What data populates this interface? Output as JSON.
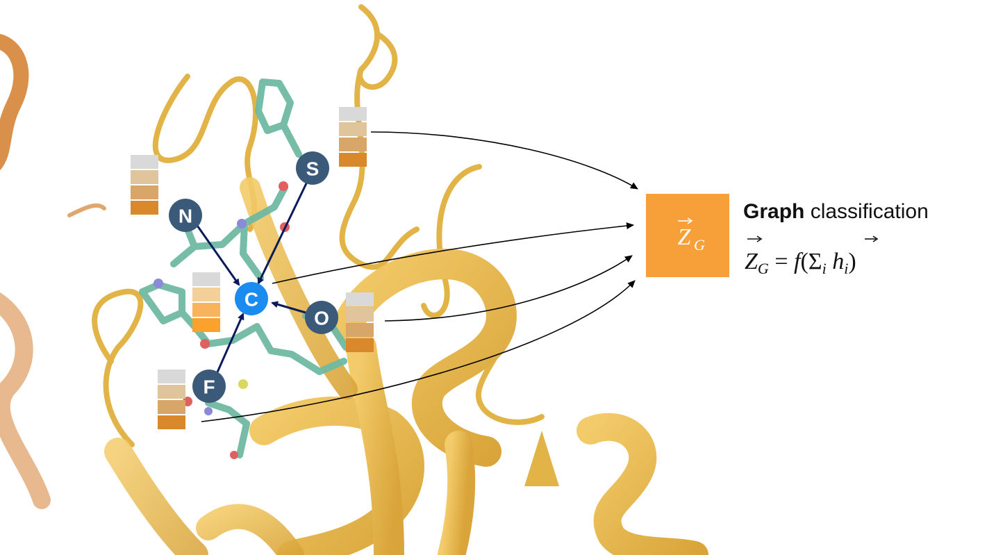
{
  "nodes": {
    "S": "S",
    "N": "N",
    "C": "C",
    "O": "O",
    "F": "F"
  },
  "colors": {
    "node_dark": "#3b5a7a",
    "node_center": "#1a8cf0",
    "arrow": "#0a1a5c",
    "protein_gold": "#e9b94e",
    "protein_orange": "#d9904a",
    "molecule_teal": "#6fb9a2",
    "box_orange": "#f7a03a",
    "feature_grey": "#d9d9d9",
    "feature_light": "#e0c49c",
    "feature_mid": "#d9a66a",
    "feature_dark": "#d9882c",
    "feature_center_light": "#f3cf9a",
    "feature_center_mid": "#f7b45c",
    "feature_center_dark": "#fba22e"
  },
  "graph_output": {
    "box_symbol": "Z",
    "box_subscript": "G",
    "title_bold": "Graph",
    "title_rest": " classification",
    "formula_lhs": "Z",
    "formula_lhs_sub": "G",
    "formula_eq": " = ",
    "formula_f": "f",
    "formula_open": "(Σ",
    "formula_sum_sub": "i",
    "formula_h": " h",
    "formula_h_sub": "i",
    "formula_close": ")"
  }
}
